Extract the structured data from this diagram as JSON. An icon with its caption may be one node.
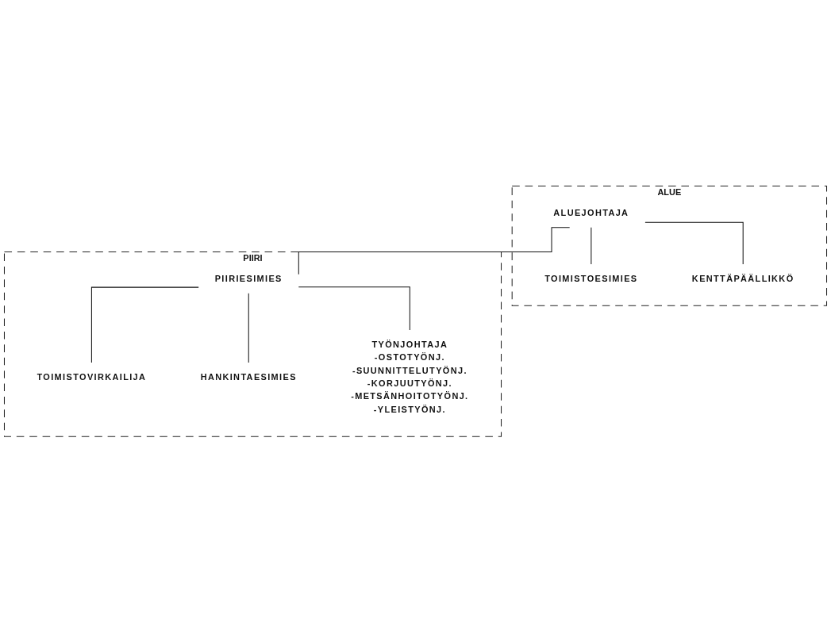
{
  "diagram": {
    "nodes": [
      {
        "text": [
          "ALUE"
        ]
      },
      {
        "text": [
          "ALUEJOHTAJA"
        ],
        "in": 0
      },
      {
        "text": [
          "TOIMISTOESIMIES"
        ],
        "in": 0
      },
      {
        "text": [
          "KENTTÄPÄÄLLIKKÖ"
        ],
        "in": 0
      },
      {
        "text": [
          "PIIRI"
        ]
      },
      {
        "text": [
          "PIIRIESIMIES"
        ],
        "in": 4
      },
      {
        "text": [
          "TOIMISTOVIRKAILIJA"
        ],
        "in": 4
      },
      {
        "text": [
          "HANKINTAESIMIES"
        ],
        "in": 4
      },
      {
        "text": [
          "TYÖNJOHTAJA",
          "-OSTOTYÖNJ.",
          "-SUUNNITTELUTYÖNJ.",
          "-KORJUUTYÖNJ.",
          "-METSÄNHOITOTYÖNJ.",
          "-YLEISTYÖNJ."
        ],
        "in": 4
      }
    ],
    "edges": [
      {
        "from": 1,
        "to": 2,
        "arrow": "none"
      },
      {
        "from": 1,
        "to": 3,
        "arrow": "none"
      },
      {
        "from": 1,
        "to": 5,
        "arrow": "none"
      },
      {
        "from": 5,
        "to": 6,
        "arrow": "none"
      },
      {
        "from": 5,
        "to": 7,
        "arrow": "none"
      },
      {
        "from": 5,
        "to": 8,
        "arrow": "none"
      }
    ]
  }
}
